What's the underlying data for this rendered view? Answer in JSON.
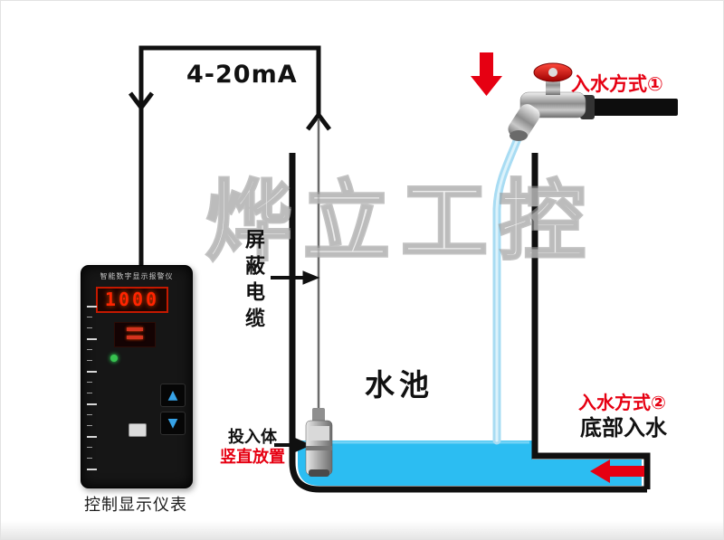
{
  "diagram": {
    "signal_label": "4-20mA",
    "cable_label": "屏蔽电缆",
    "pool_label": "水池",
    "inlet_top_label": "入水方式①",
    "inlet_bottom_label": "入水方式②",
    "inlet_bottom_sub_label": "底部入水",
    "sensor_label_line1": "投入体",
    "sensor_label_line2": "竖直放置",
    "watermark": "烨立工控"
  },
  "meter": {
    "header": "智能数字显示报警仪",
    "display_value": "1000",
    "up_button": "▲",
    "down_button": "▼",
    "caption": "控制显示仪表"
  },
  "colors": {
    "water": "#2cbdf2",
    "stream": "#a8dcf3",
    "red": "#e60012",
    "line": "#101010",
    "led": "#ff2400"
  }
}
